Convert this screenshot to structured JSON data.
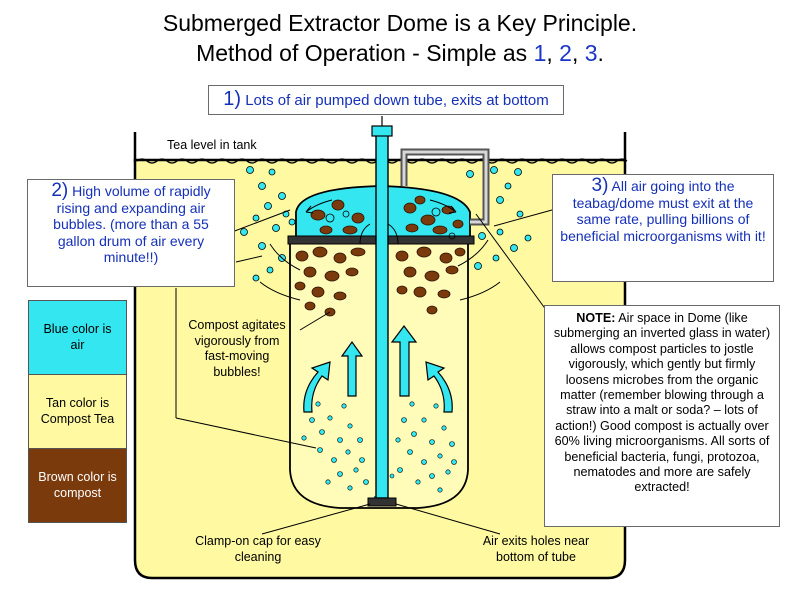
{
  "title": {
    "line1": "Submerged Extractor Dome is a Key Principle.",
    "line2_prefix": "Method of Operation - Simple as ",
    "n1": "1",
    "sep1": ", ",
    "n2": "2",
    "sep2": ", ",
    "n3": "3",
    "end": "."
  },
  "steps": {
    "step1": {
      "num": "1)",
      "text": " Lots of air pumped down tube, exits at bottom"
    },
    "step2": {
      "num": "2)",
      "text": " High volume of rapidly rising and expanding air bubbles. (more than a 55 gallon drum of air every minute!!)"
    },
    "step3": {
      "num": "3)",
      "text": " All air going into the teabag/dome must exit at the same rate, pulling billions of beneficial microorganisms with it!"
    }
  },
  "note": {
    "label": "NOTE:",
    "text": " Air space in Dome (like submerging an inverted glass in water) allows compost particles to jostle vigorously, which gently but firmly loosens microbes from the organic matter (remember blowing through a straw into a malt or soda? – lots of action!) Good compost is actually over 60% living microorganisms. All sorts of beneficial bacteria, fungi, protozoa, nematodes and more are safely extracted!"
  },
  "legend": {
    "air": "Blue color is air",
    "tea": "Tan color is Compost Tea",
    "compost": "Brown color is compost"
  },
  "labels": {
    "tea_level": "Tea level in tank",
    "compost_agitates": "Compost agitates vigorously from fast-moving bubbles!",
    "clamp_cap": "Clamp-on cap for easy cleaning",
    "air_exits": "Air exits holes near bottom of tube"
  },
  "colors": {
    "air": "#33e6f0",
    "tea": "#fffaa2",
    "compost": "#7a3a0c",
    "step_text": "#1530b8"
  }
}
